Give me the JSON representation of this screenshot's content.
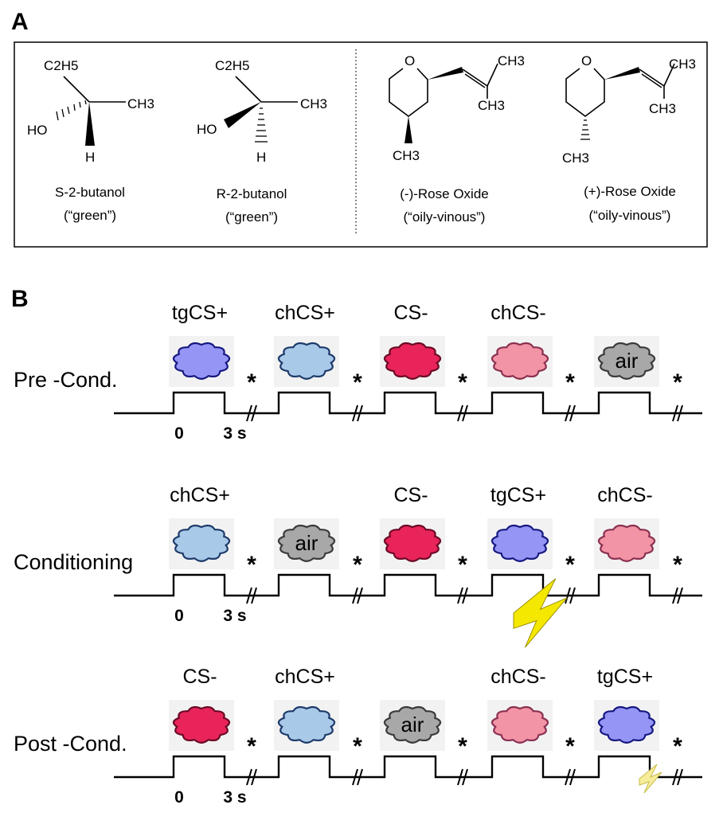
{
  "panel_a": {
    "letter": "A",
    "molecules": [
      {
        "id": "s2b",
        "name": "S-2-butanol",
        "odor": "(“green”)",
        "atoms": {
          "top": "C2H5",
          "right": "CH3",
          "left": "HO",
          "bottom": "H"
        }
      },
      {
        "id": "r2b",
        "name": "R-2-butanol",
        "odor": "(“green”)",
        "atoms": {
          "top": "C2H5",
          "right": "CH3",
          "left": "HO",
          "bottom": "H"
        }
      },
      {
        "id": "mro",
        "name": "(-)-Rose Oxide",
        "odor": "(“oily-vinous”)",
        "atoms": {
          "ring_o": "O",
          "methyl_top": "CH3",
          "methyl_right": "CH3",
          "ring_methyl": "CH3"
        }
      },
      {
        "id": "pro",
        "name": "(+)-Rose Oxide",
        "odor": "(“oily-vinous”)",
        "atoms": {
          "ring_o": "O",
          "methyl_top": "CH3",
          "methyl_right": "CH3",
          "ring_methyl": "CH3"
        }
      }
    ]
  },
  "panel_b": {
    "letter": "B",
    "star": "*",
    "ticks": {
      "start": "0",
      "end": "3 s"
    },
    "air_label": "air",
    "colors": {
      "tgCS+": "#9595f5",
      "chCS+": "#a9c9e8",
      "CS-": "#e8245a",
      "chCS-": "#f294a6",
      "air": "#a8a8a8",
      "shock": "#f5e800"
    },
    "rows": [
      {
        "label": "Pre -Cond.",
        "stimuli": [
          {
            "label": "tgCS+",
            "odor": "tgCS+"
          },
          {
            "label": "chCS+",
            "odor": "chCS+"
          },
          {
            "label": "CS-",
            "odor": "CS-"
          },
          {
            "label": "chCS-",
            "odor": "chCS-"
          },
          {
            "label": "",
            "odor": "air"
          }
        ],
        "shock": "none"
      },
      {
        "label": "Conditioning",
        "stimuli": [
          {
            "label": "chCS+",
            "odor": "chCS+"
          },
          {
            "label": "",
            "odor": "air"
          },
          {
            "label": "CS-",
            "odor": "CS-"
          },
          {
            "label": "tgCS+",
            "odor": "tgCS+"
          },
          {
            "label": "chCS-",
            "odor": "chCS-"
          }
        ],
        "shock": "full"
      },
      {
        "label": "Post -Cond.",
        "stimuli": [
          {
            "label": "CS-",
            "odor": "CS-"
          },
          {
            "label": "chCS+",
            "odor": "chCS+"
          },
          {
            "label": "",
            "odor": "air"
          },
          {
            "label": "chCS-",
            "odor": "chCS-"
          },
          {
            "label": "tgCS+",
            "odor": "tgCS+"
          }
        ],
        "shock": "faint"
      }
    ]
  }
}
